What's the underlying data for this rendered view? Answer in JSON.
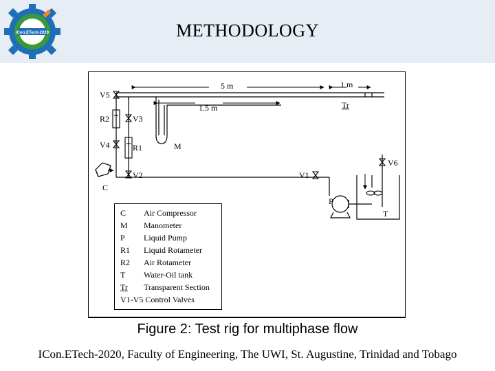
{
  "slide": {
    "title": "METHODOLOGY",
    "logo_text": "ICon.ETech-2020",
    "caption": "Figure 2: Test rig for multiphase flow",
    "footer": "ICon.ETech-2020, Faculty of Engineering, The UWI, St. Augustine, Trinidad and Tobago"
  },
  "diagram": {
    "labels": {
      "v5": "V5",
      "r2": "R2",
      "v3": "V3",
      "v4": "V4",
      "r1": "R1",
      "m": "M",
      "v2": "V2",
      "c": "C",
      "v1": "V1",
      "v6": "V6",
      "p": "P",
      "t": "T",
      "tr": "Tr",
      "dim_5m": "5 m",
      "dim_1m": "1 m",
      "dim_15m": "1.5 m"
    },
    "legend": [
      {
        "code": "C",
        "description": "Air Compressor"
      },
      {
        "code": "M",
        "description": "Manometer"
      },
      {
        "code": "P",
        "description": "Liquid Pump"
      },
      {
        "code": "R1",
        "description": "Liquid Rotameter"
      },
      {
        "code": "R2",
        "description": "Air Rotameter"
      },
      {
        "code": "T",
        "description": "Water-Oil tank"
      },
      {
        "code": "Tr",
        "description": "Transparent Section"
      },
      {
        "code": "V1-V5",
        "description": "Control Valves"
      }
    ]
  },
  "colors": {
    "header_band": "#e6edf4",
    "logo_blue": "#1f6fb8",
    "logo_green": "#3a9a3a",
    "logo_orange": "#f08a1c"
  }
}
